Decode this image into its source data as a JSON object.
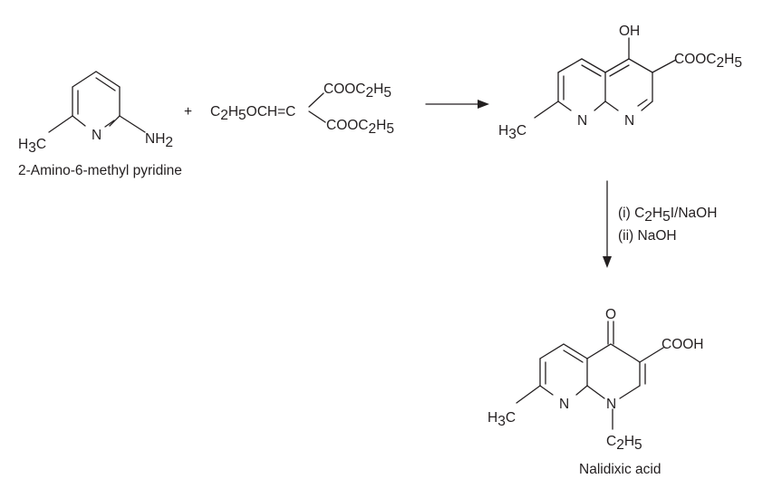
{
  "atoms": {
    "n": "N",
    "h": "H",
    "c": "C",
    "o": "O",
    "oh": "OH",
    "nh": "NH",
    "h3c_h": "H",
    "h3c_c": "C"
  },
  "subscripts": {
    "two": "2",
    "three": "3",
    "five": "5"
  },
  "reagent": {
    "plus": "+",
    "c2h5_c": "C",
    "c2h5_h": "H",
    "och_text": "OCH=C",
    "cooc": "COOC",
    "h_letter": "H"
  },
  "product": {
    "cooc": "COOC",
    "h_letter": "H"
  },
  "conditions": {
    "step1_prefix": "(i) C",
    "step1_h": "H",
    "step1_suffix": "I/NaOH",
    "step2": "(ii) NaOH"
  },
  "final": {
    "cooh": "COOH",
    "ethyl_c": "C",
    "ethyl_h": "H"
  },
  "captions": {
    "starting_material": "2-Amino-6-methyl pyridine",
    "product": "Nalidixic acid"
  }
}
